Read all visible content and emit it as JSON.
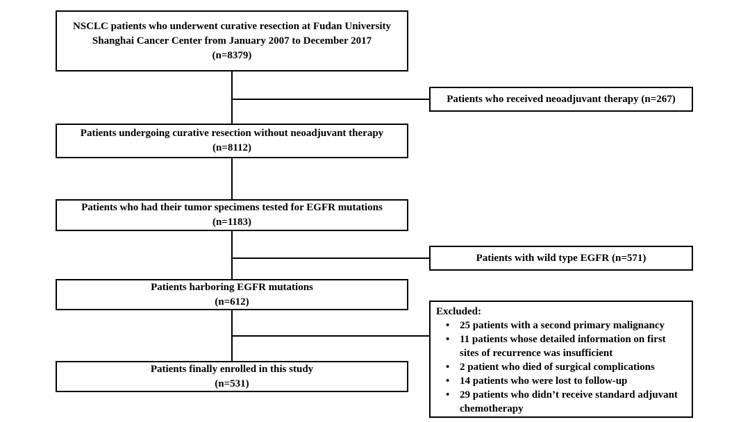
{
  "flow": {
    "boxes": [
      {
        "label": "NSCLC patients who underwent curative resection at Fudan University\nShanghai Cancer Center from January 2007 to December 2017\n(n=8379)"
      },
      {
        "label": "Patients undergoing curative resection without neoadjuvant therapy\n(n=8112)"
      },
      {
        "label": "Patients who had their tumor specimens tested for EGFR mutations\n(n=1183)"
      },
      {
        "label": "Patients harboring EGFR mutations\n(n=612)"
      },
      {
        "label": "Patients finally enrolled in this study\n(n=531)"
      }
    ],
    "side_boxes": [
      {
        "label": "Patients who received neoadjuvant therapy (n=267)"
      },
      {
        "label": "Patients with wild type EGFR (n=571)"
      }
    ],
    "excluded": {
      "title": "Excluded:",
      "items": [
        "25 patients with a second primary malignancy",
        "11 patients whose detailed information on first sites of recurrence was insufficient",
        "2 patient who died of surgical complications",
        "14 patients who were lost to follow-up",
        "29 patients who didn’t receive standard adjuvant chemotherapy"
      ]
    },
    "colors": {
      "border": "#000000",
      "background": "#ffffff",
      "text": "#000000"
    }
  }
}
